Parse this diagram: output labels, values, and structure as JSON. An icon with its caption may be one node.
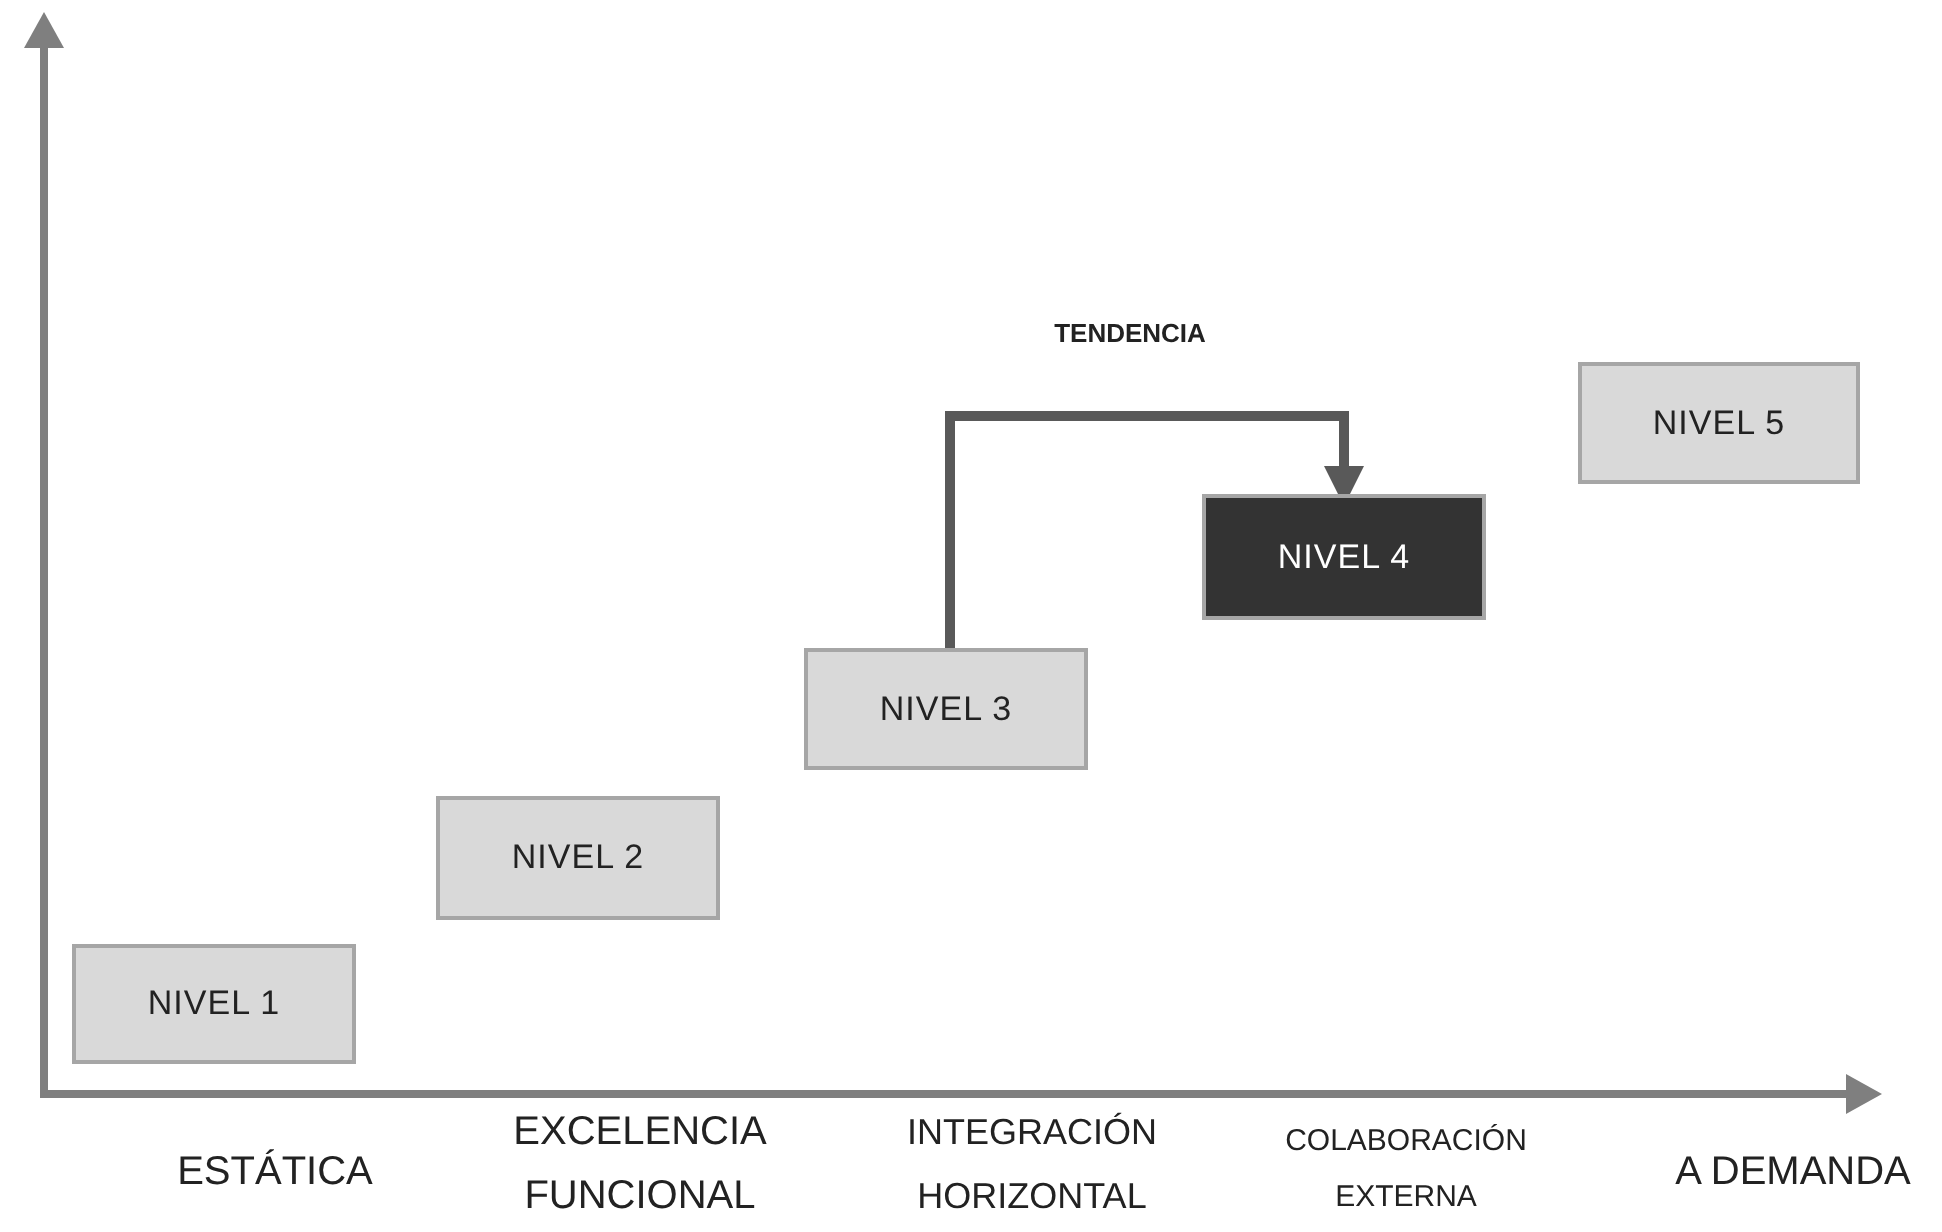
{
  "diagram": {
    "nodes": [
      {
        "text": [
          "NIVEL 1"
        ]
      },
      {
        "text": [
          "NIVEL 2"
        ]
      },
      {
        "text": [
          "NIVEL 3"
        ]
      },
      {
        "text": [
          "NIVEL 4"
        ]
      },
      {
        "text": [
          "NIVEL 5"
        ]
      }
    ],
    "edges": [
      {
        "from": 2,
        "to": 3,
        "arrow": "to",
        "label": "TENDENCIA"
      }
    ],
    "labels": [
      "ESTÁTICA",
      "EXCELENCIA FUNCIONAL",
      "INTEGRACIÓN HORIZONTAL",
      "COLABORACIÓN EXTERNA",
      "A DEMANDA"
    ]
  }
}
